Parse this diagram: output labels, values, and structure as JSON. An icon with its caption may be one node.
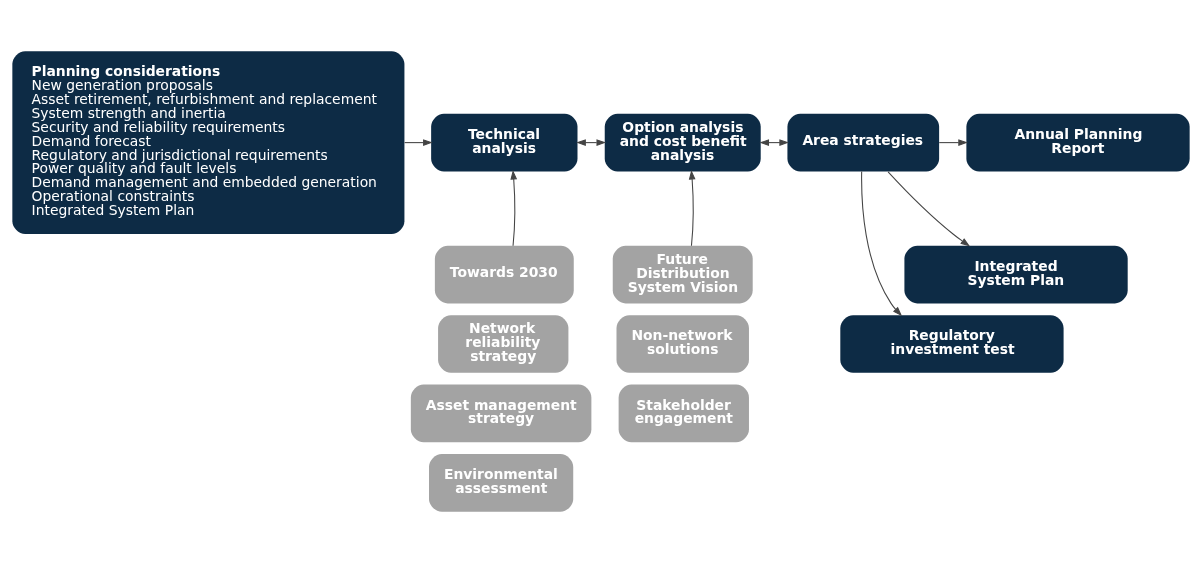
{
  "diagram": {
    "nodes": [
      {
        "text": [
          "Planning considerations",
          "New generation proposals",
          "Asset retirement, refurbishment and replacement",
          "System strength and inertia",
          "Security and reliability requirements",
          "Demand forecast",
          "Regulatory and jurisdictional requirements",
          "Power quality and fault levels",
          "Demand management and embedded generation",
          "Operational constraints",
          "Integrated System Plan"
        ]
      },
      {
        "text": [
          "Technical analysis"
        ]
      },
      {
        "text": [
          "Option analysis and cost benefit analysis"
        ]
      },
      {
        "text": [
          "Area strategies"
        ]
      },
      {
        "text": [
          "Annual Planning Report"
        ]
      },
      {
        "text": [
          "Integrated System Plan"
        ]
      },
      {
        "text": [
          "Regulatory investment test"
        ]
      },
      {
        "text": [
          "Towards 2030"
        ]
      },
      {
        "text": [
          "Network reliability strategy"
        ]
      },
      {
        "text": [
          "Asset management strategy"
        ]
      },
      {
        "text": [
          "Environmental assessment"
        ]
      },
      {
        "text": [
          "Future Distribution System Vision"
        ]
      },
      {
        "text": [
          "Non-network solutions"
        ]
      },
      {
        "text": [
          "Stakeholder engagement"
        ]
      }
    ],
    "edges": [
      {
        "from": 0,
        "to": 1,
        "arrow": "to"
      },
      {
        "from": 1,
        "to": 2,
        "arrow": "both"
      },
      {
        "from": 2,
        "to": 3,
        "arrow": "both"
      },
      {
        "from": 3,
        "to": 4,
        "arrow": "to"
      },
      {
        "from": 3,
        "to": 5,
        "arrow": "to"
      },
      {
        "from": 3,
        "to": 6,
        "arrow": "to"
      },
      {
        "from": 7,
        "to": 1,
        "arrow": "to"
      },
      {
        "from": 11,
        "to": 2,
        "arrow": "to"
      }
    ]
  }
}
